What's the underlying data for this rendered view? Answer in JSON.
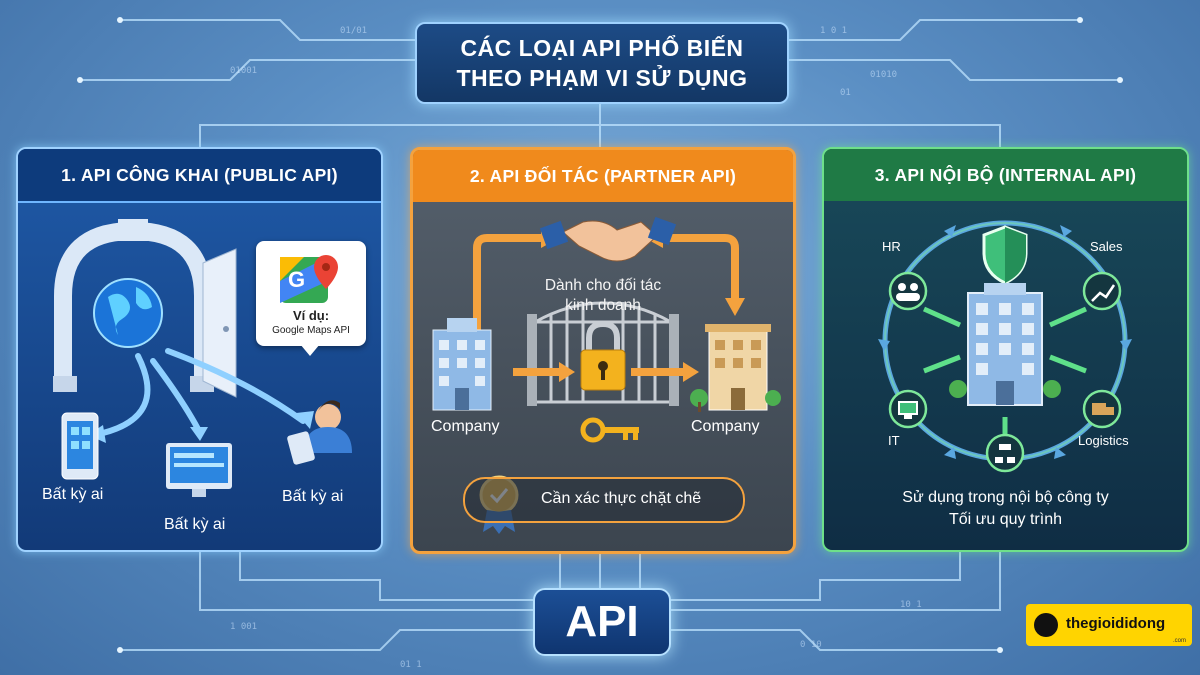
{
  "title": {
    "line1": "CÁC LOẠI API PHỔ BIẾN",
    "line2": "THEO PHẠM VI SỬ DỤNG"
  },
  "public_api": {
    "header": "1. API CÔNG KHAI (PUBLIC API)",
    "example_label": "Ví dụ:",
    "example_value": "Google Maps API",
    "user_labels": [
      "Bất kỳ ai",
      "Bất kỳ ai",
      "Bất kỳ ai"
    ]
  },
  "partner_api": {
    "header": "2. API ĐỐI TÁC (PARTNER API)",
    "desc_line1": "Dành cho đối tác",
    "desc_line2": "kinh doanh",
    "company_left": "Company",
    "company_right": "Company",
    "auth_note": "Cần xác thực chặt chẽ"
  },
  "internal_api": {
    "header": "3. API NỘI BỘ (INTERNAL API)",
    "departments": {
      "hr": "HR",
      "sales": "Sales",
      "it": "IT",
      "logistics": "Logistics"
    },
    "desc_line1": "Sử dụng trong nội bộ công ty",
    "desc_line2": "Tối ưu quy trình"
  },
  "center_label": "API",
  "brand": {
    "name": "thegioididong",
    "suffix": ".com"
  },
  "binary_strings": [
    "01/01",
    "01001",
    "1 0 1",
    "01",
    "01010",
    "1 001",
    "0 10",
    "10 1",
    "01 1"
  ],
  "colors": {
    "public": "#1f5aa8",
    "partner": "#f08a1c",
    "internal": "#1f7a45",
    "glow": "#9fd2ff"
  }
}
